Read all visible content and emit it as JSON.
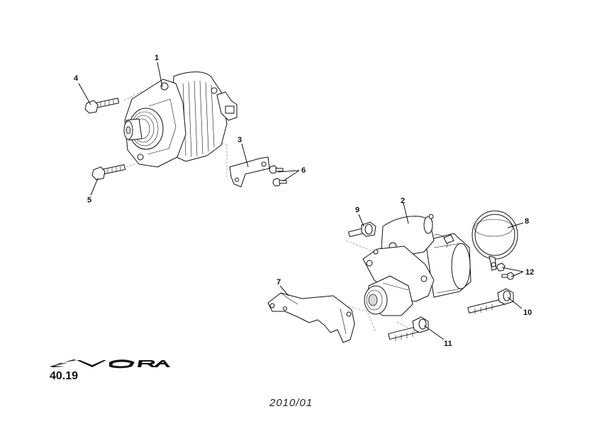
{
  "brand": {
    "logo_text": "EVORA"
  },
  "page_number": "40.19",
  "date_code": "2010/01",
  "callouts": {
    "c1": "1",
    "c2": "2",
    "c3": "3",
    "c4": "4",
    "c5": "5",
    "c6": "6",
    "c7": "7",
    "c8": "8",
    "c9": "9",
    "c10": "10",
    "c11": "11",
    "c12": "12"
  }
}
